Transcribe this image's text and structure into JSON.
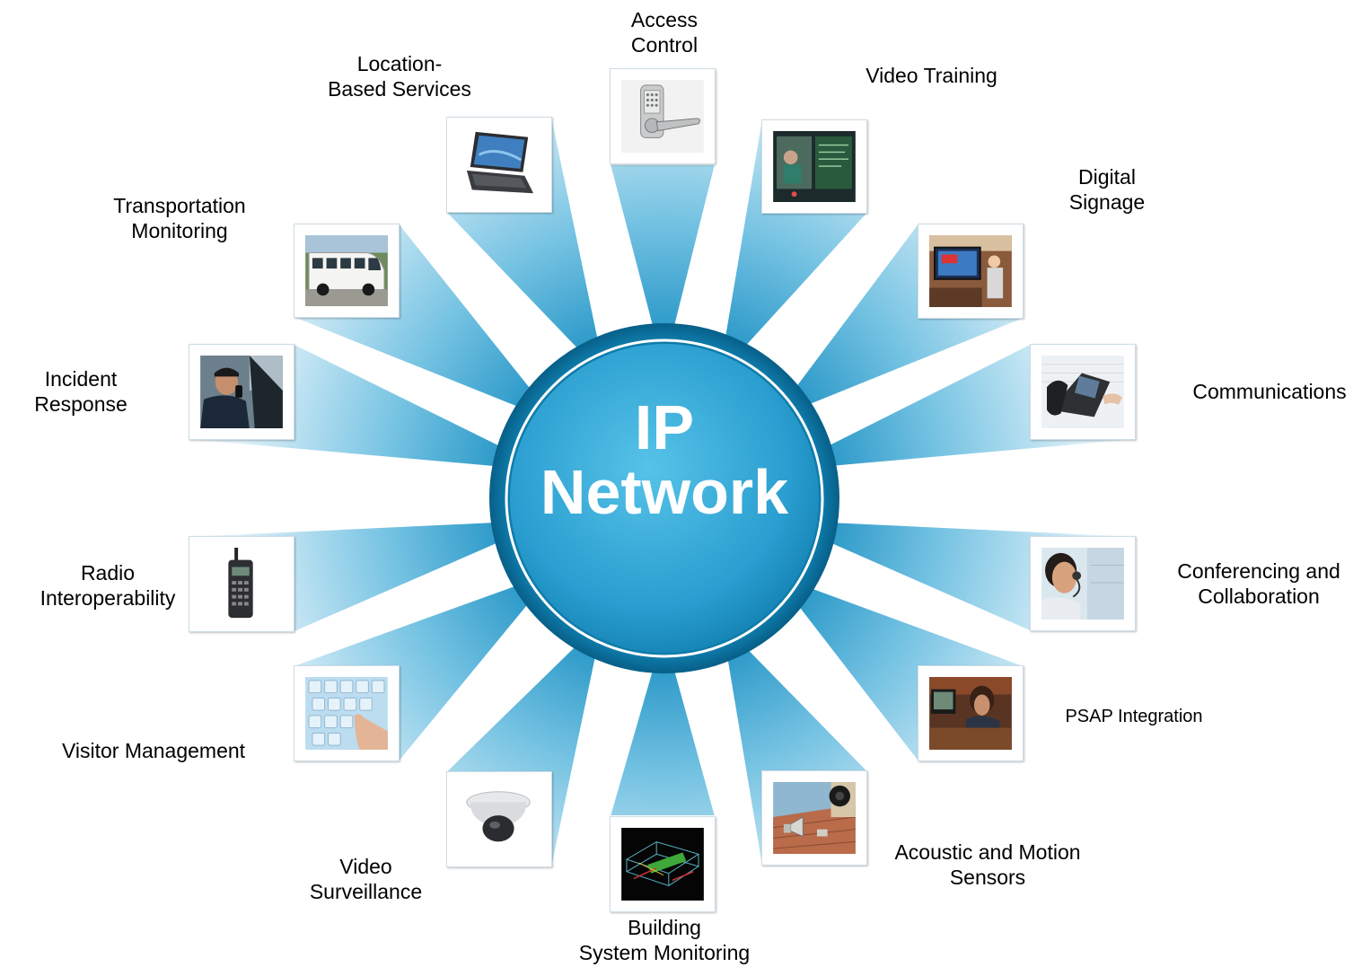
{
  "hub": {
    "line1": "IP",
    "line2": "Network"
  },
  "colors": {
    "beam_dark": "#1a8fc2",
    "beam_light": "#e6f4fa",
    "hub_inner": "#3fb2dc",
    "hub_outer": "#0e7fae"
  },
  "spokes": [
    {
      "id": "access-control",
      "lines": [
        "Access",
        "Control"
      ],
      "icon": "keypad-lock-icon"
    },
    {
      "id": "video-training",
      "lines": [
        "Video Training"
      ],
      "icon": "training-screen-icon"
    },
    {
      "id": "digital-signage",
      "lines": [
        "Digital",
        "Signage"
      ],
      "icon": "signage-display-icon"
    },
    {
      "id": "communications",
      "lines": [
        "Communications"
      ],
      "icon": "ip-phone-icon"
    },
    {
      "id": "conferencing",
      "lines": [
        "Conferencing and",
        "Collaboration"
      ],
      "icon": "headset-user-icon"
    },
    {
      "id": "psap-integration",
      "lines": [
        "PSAP Integration"
      ],
      "icon": "dispatcher-icon"
    },
    {
      "id": "acoustic-motion",
      "lines": [
        "Acoustic and Motion",
        "Sensors"
      ],
      "icon": "sensor-speaker-icon"
    },
    {
      "id": "building-monitoring",
      "lines": [
        "Building",
        "System Monitoring"
      ],
      "icon": "building-model-icon"
    },
    {
      "id": "video-surveillance",
      "lines": [
        "Video",
        "Surveillance"
      ],
      "icon": "dome-camera-icon"
    },
    {
      "id": "visitor-management",
      "lines": [
        "Visitor Management"
      ],
      "icon": "keyboard-touch-icon"
    },
    {
      "id": "radio-interoperability",
      "lines": [
        "Radio",
        "Interoperability"
      ],
      "icon": "handheld-radio-icon"
    },
    {
      "id": "incident-response",
      "lines": [
        "Incident",
        "Response"
      ],
      "icon": "officer-radio-icon"
    },
    {
      "id": "transportation-monitoring",
      "lines": [
        "Transportation",
        "Monitoring"
      ],
      "icon": "shuttle-bus-icon"
    },
    {
      "id": "location-services",
      "lines": [
        "Location-",
        "Based Services"
      ],
      "icon": "laptop-icon"
    }
  ]
}
